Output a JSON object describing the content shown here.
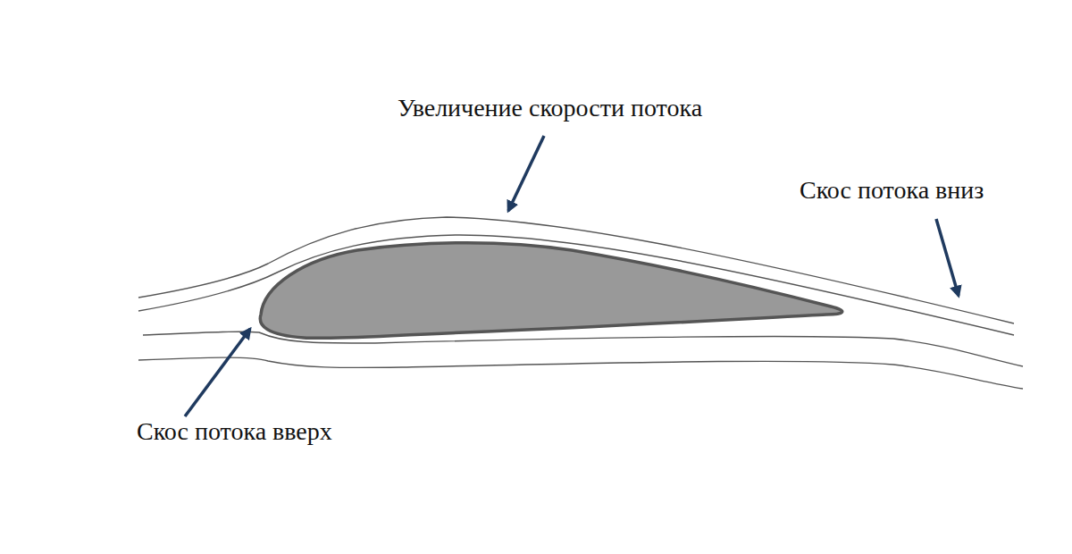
{
  "diagram": {
    "labels": [
      "Увеличение скорости потока",
      "Скос потока вниз",
      "Скос потока вверх"
    ]
  }
}
